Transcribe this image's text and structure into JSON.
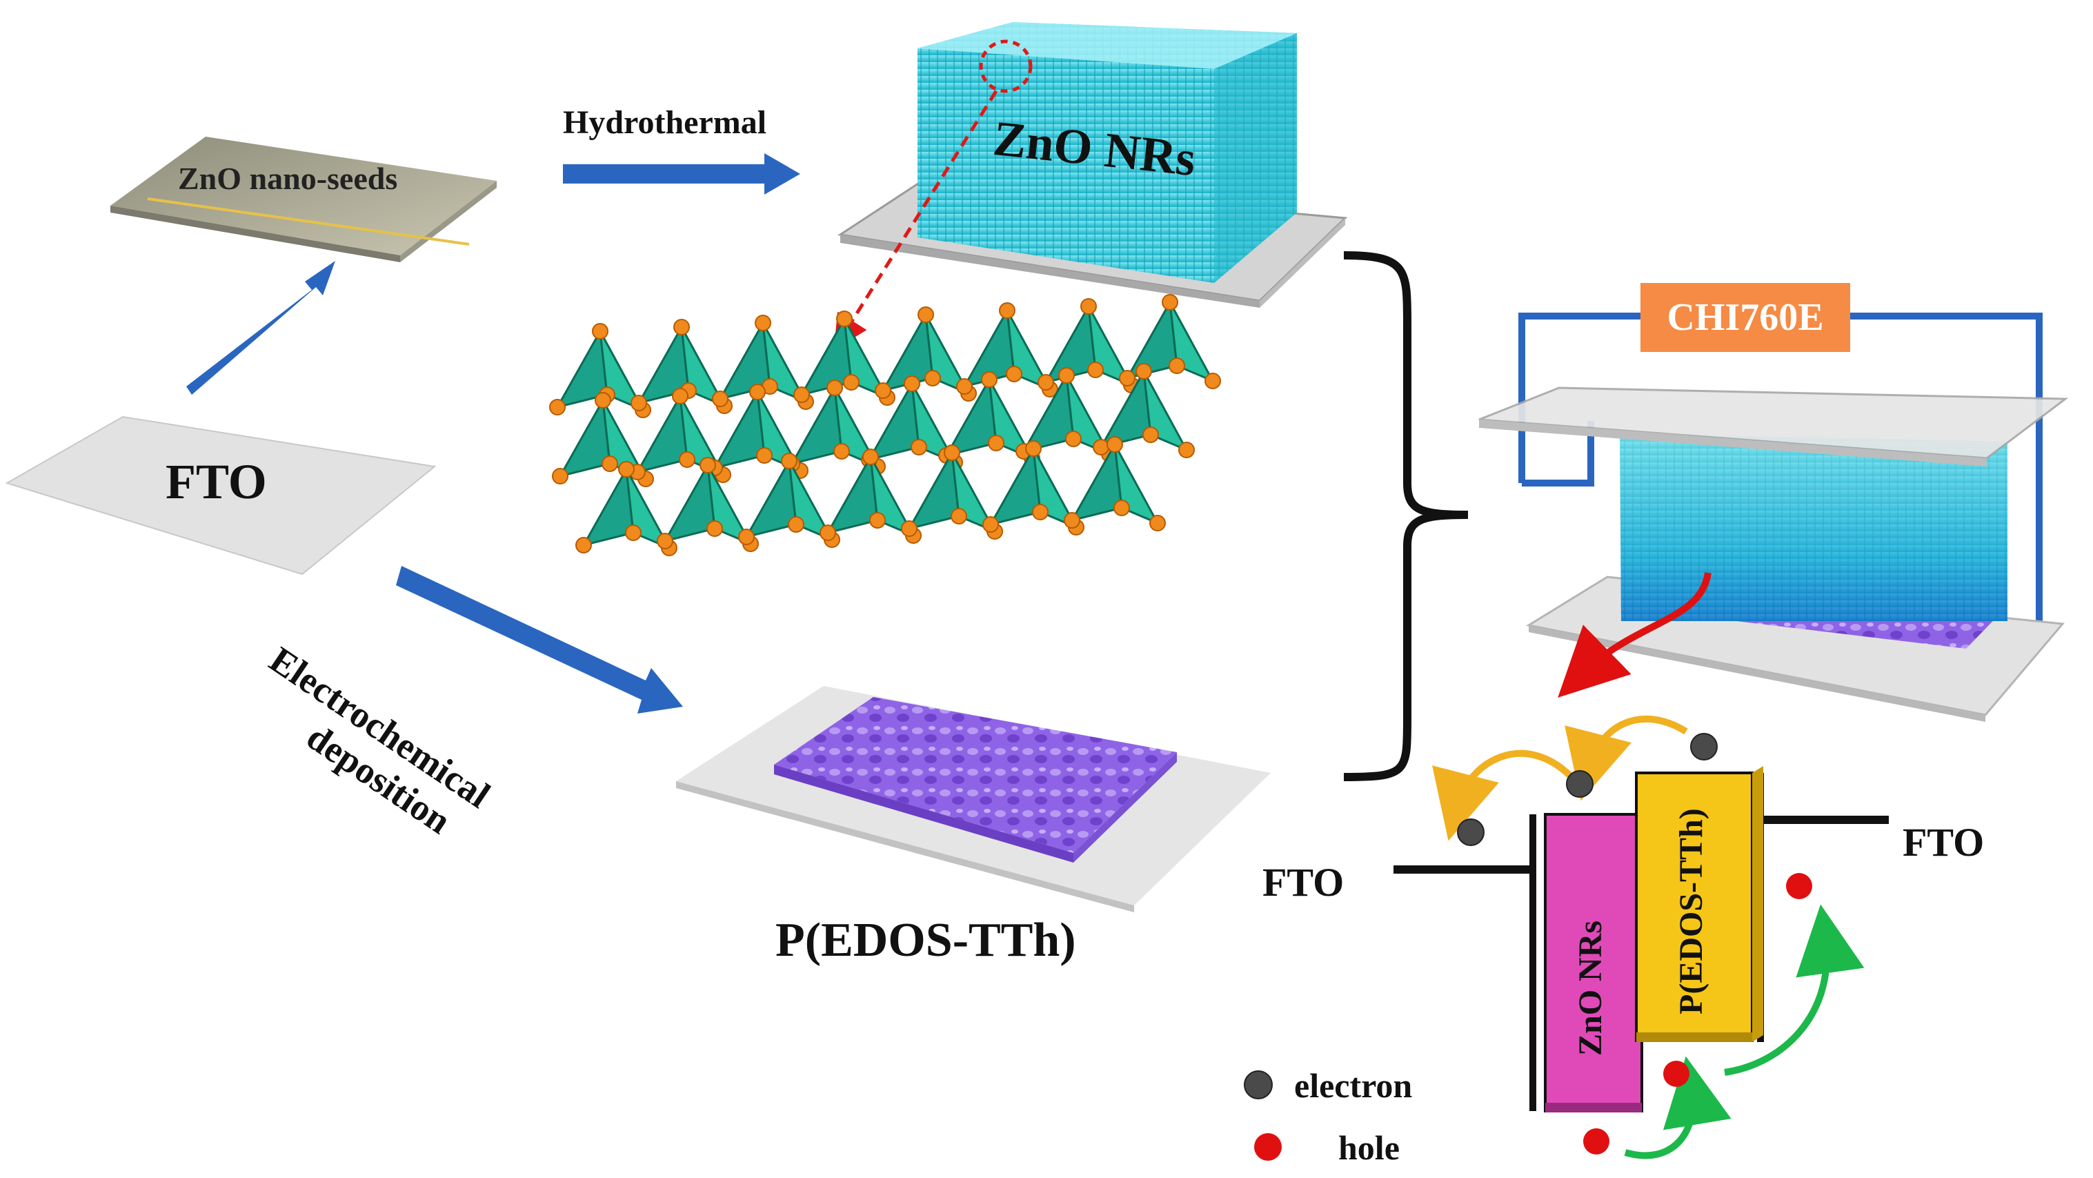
{
  "labels": {
    "fto_substrate": "FTO",
    "zno_seeds": "ZnO nano-seeds",
    "hydrothermal": "Hydrothermal",
    "zno_nrs": "ZnO NRs",
    "electrochemical_line1": "Electrochemical",
    "electrochemical_line2": "deposition",
    "polymer": "P(EDOS-TTh)",
    "instrument": "CHI760E"
  },
  "band_diagram": {
    "left_electrode": "FTO",
    "right_electrode": "FTO",
    "zno_block": "ZnO NRs",
    "polymer_block": "P(EDOS-TTh)"
  },
  "legend": [
    {
      "label": "electron",
      "color": "#4a4a4a"
    },
    {
      "label": "hole",
      "color": "#e01010"
    }
  ],
  "colors": {
    "process_arrow": "#2a66c0",
    "nanorod": "#2ec4d6",
    "polymer": "#8a5be0",
    "tetrahedra": "#1aa38a",
    "atoms": "#f08a1c",
    "zno_block": "#e04ab8",
    "polymer_block": "#f5c518",
    "instrument": "#f58b45",
    "circuit_wire": "#2a66c0",
    "electron_arrow": "#f0b020",
    "hole_arrow": "#1cb84a"
  }
}
